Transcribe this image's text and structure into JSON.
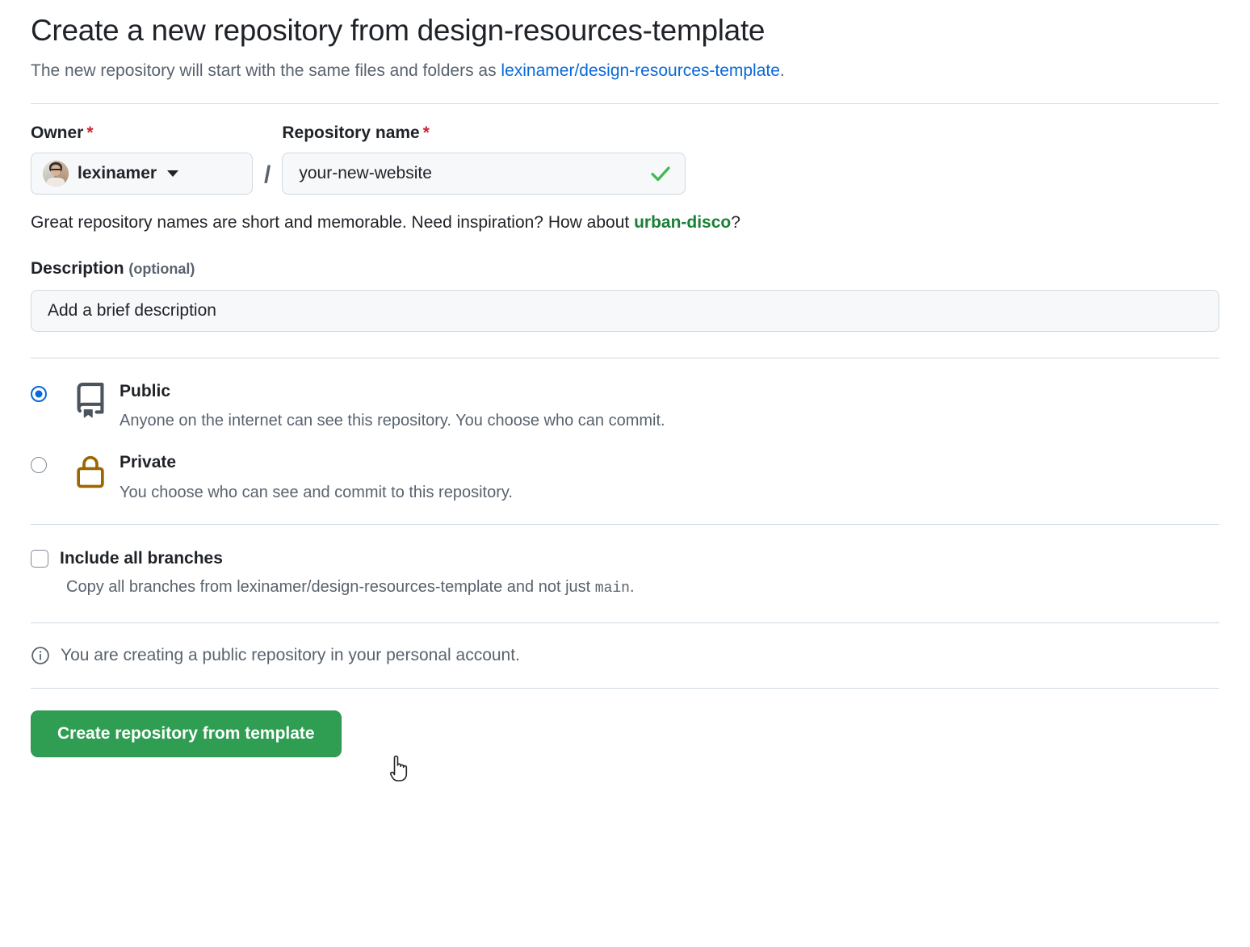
{
  "header": {
    "title": "Create a new repository from design-resources-template",
    "subtitle_prefix": "The new repository will start with the same files and folders as ",
    "subtitle_link": "lexinamer/design-resources-template",
    "subtitle_suffix": "."
  },
  "owner": {
    "label": "Owner",
    "required_mark": "*",
    "name": "lexinamer",
    "avatar_alt": "lexinamer avatar"
  },
  "separator": "/",
  "repository": {
    "label": "Repository name",
    "required_mark": "*",
    "value": "your-new-website",
    "placeholder": "",
    "valid_icon": "check-icon"
  },
  "name_hint": {
    "prefix": "Great repository names are short and memorable. Need inspiration? How about ",
    "suggestion": "urban-disco",
    "suffix": "?"
  },
  "description": {
    "label": "Description",
    "optional_note": "(optional)",
    "placeholder": "Add a brief description",
    "value": ""
  },
  "visibility": {
    "options": [
      {
        "id": "public",
        "title": "Public",
        "description": "Anyone on the internet can see this repository. You choose who can commit.",
        "icon": "repo-book-icon",
        "selected": true
      },
      {
        "id": "private",
        "title": "Private",
        "description": "You choose who can see and commit to this repository.",
        "icon": "lock-icon",
        "selected": false
      }
    ]
  },
  "branches": {
    "checkbox_label": "Include all branches",
    "checked": false,
    "description_prefix": "Copy all branches from lexinamer/design-resources-template and not just ",
    "default_branch": "main",
    "description_suffix": "."
  },
  "note": {
    "icon": "info-icon",
    "text": "You are creating a public repository in your personal account."
  },
  "submit": {
    "label": "Create repository from template"
  },
  "colors": {
    "link": "#0969da",
    "suggestion_green": "#1a7f37",
    "button_green": "#2f9e52",
    "required_red": "#cf222e",
    "lock_amber": "#9a6700",
    "muted_text": "#59636e",
    "border": "#d1d9e0",
    "input_bg": "#f6f8fa",
    "check_green": "#3fb950"
  }
}
